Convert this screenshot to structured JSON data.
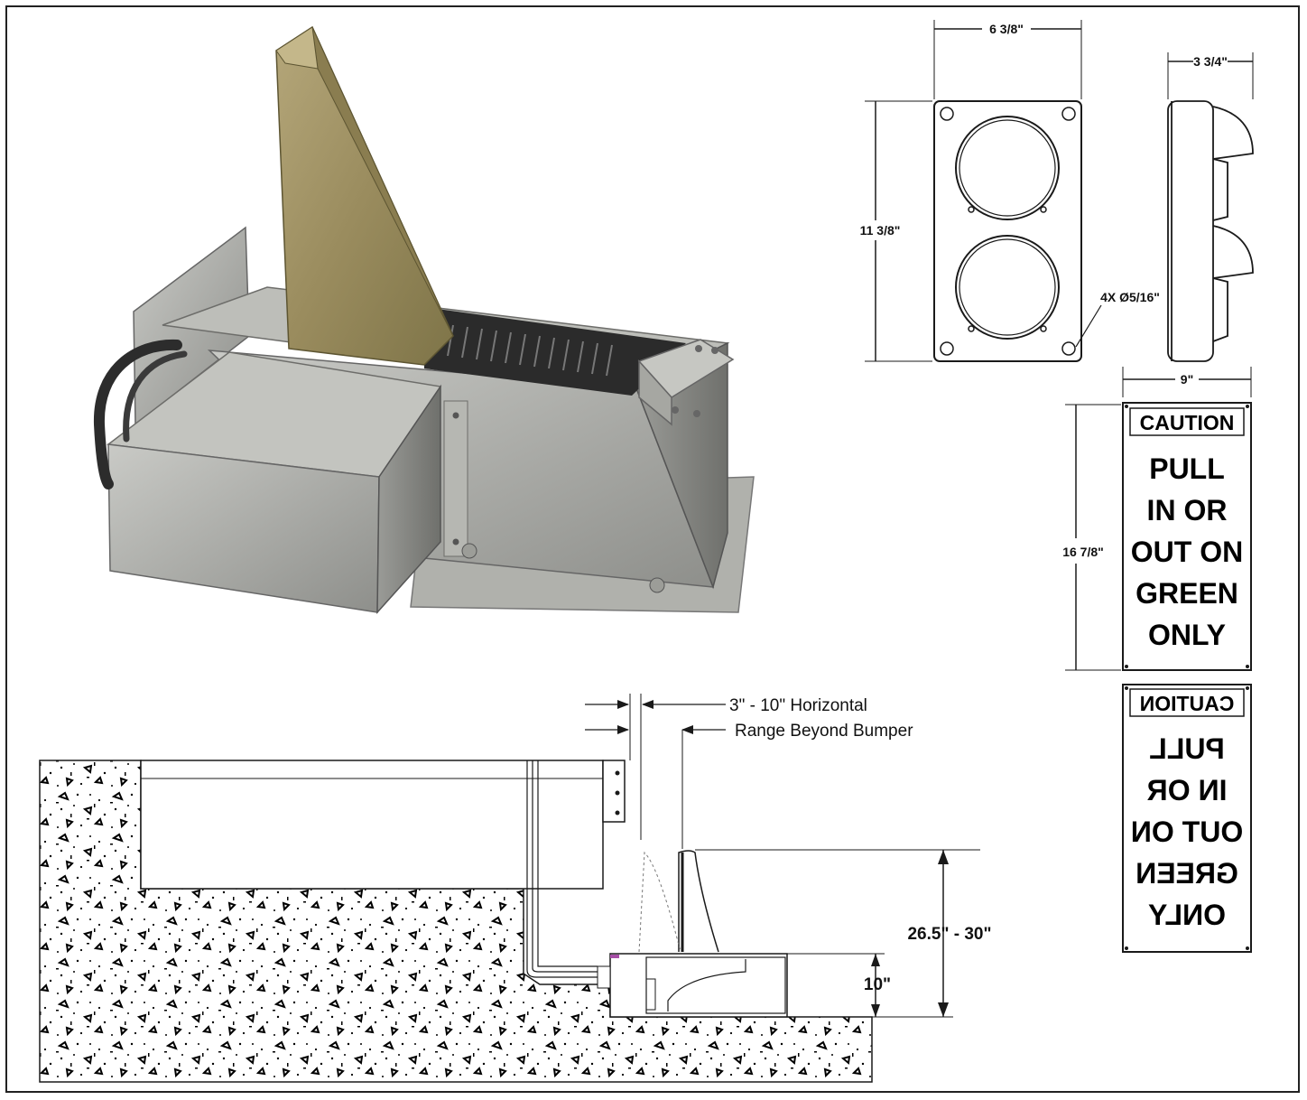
{
  "signal_dims": {
    "width": "6 3/8\"",
    "depth": "3 3/4\"",
    "height": "11 3/8\"",
    "holes": "4X Ø5/16\""
  },
  "sign_dims": {
    "width": "9\"",
    "height": "16 7/8\""
  },
  "sign_front": {
    "caution": "CAUTION",
    "lines": [
      "PULL",
      "IN OR",
      "OUT ON",
      "GREEN",
      "ONLY"
    ]
  },
  "sign_back": {
    "caution": "CAUTION",
    "lines": [
      "PULL",
      "IN OR",
      "OUT ON",
      "GREEN",
      "ONLY"
    ]
  },
  "install": {
    "range_line1": "3\" - 10\" Horizontal",
    "range_line2": "Range Beyond Bumper",
    "height_range": "26.5\" - 30\"",
    "box_height": "10\""
  },
  "colors": {
    "metal": "#a9aaa5",
    "brass": "#a7986a",
    "line": "#1a1a1a"
  }
}
